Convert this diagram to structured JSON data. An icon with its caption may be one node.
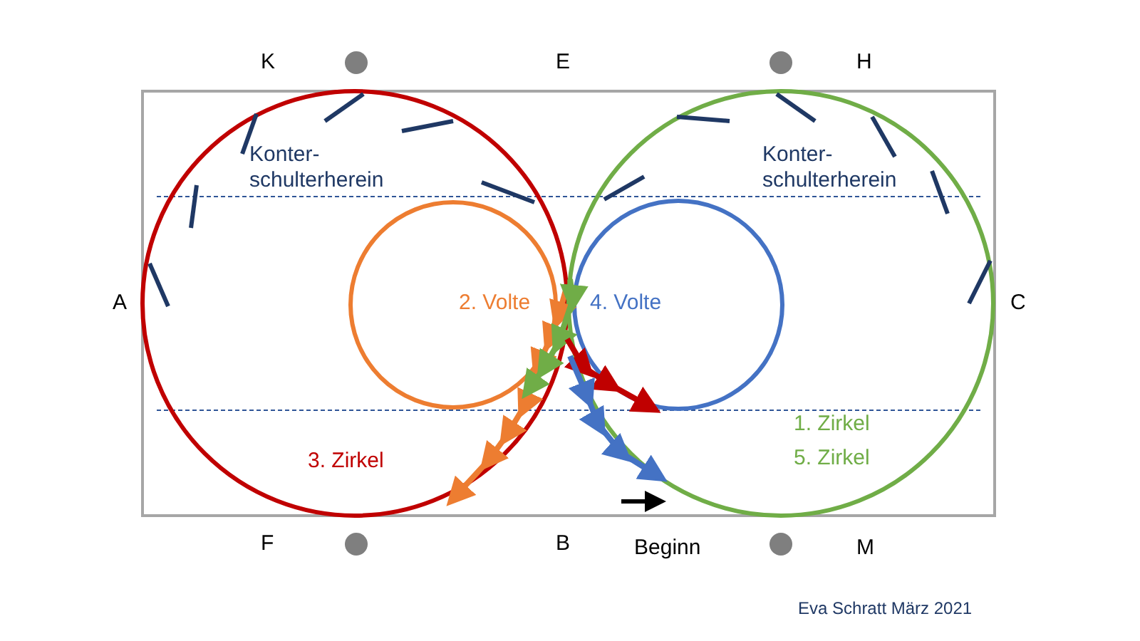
{
  "diagram": {
    "labels": [
      "K",
      "E",
      "H",
      "Konter- schulterherein",
      "Konter- schulterherein",
      "A",
      "2. Volte",
      "4. Volte",
      "C",
      "1. Zirkel",
      "3. Zirkel",
      "5. Zirkel",
      "F",
      "B",
      "M",
      "Beginn",
      "Eva Schratt März 2021"
    ]
  }
}
